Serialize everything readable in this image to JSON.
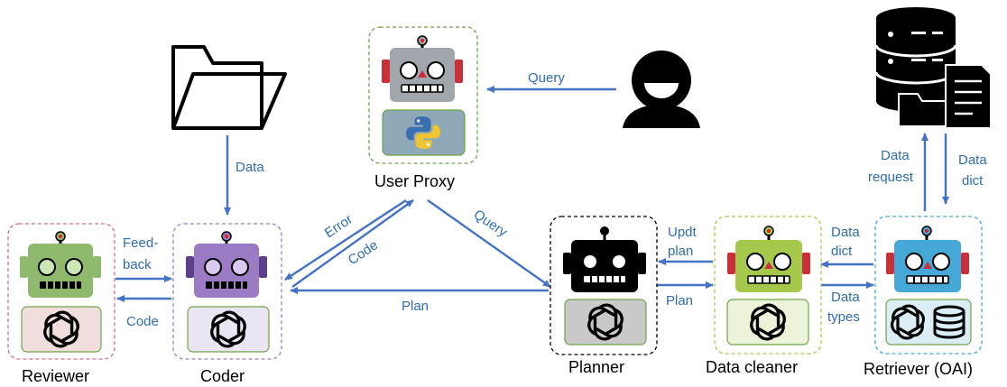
{
  "agents": {
    "reviewer": "Reviewer",
    "coder": "Coder",
    "user_proxy": "User Proxy",
    "planner": "Planner",
    "data_cleaner": "Data cleaner",
    "retriever": "Retriever (OAI)"
  },
  "edges": {
    "data": "Data",
    "feedback_1": "Feed-",
    "feedback_2": "back",
    "code_to_reviewer": "Code",
    "error": "Error",
    "code_to_proxy": "Code",
    "query_from_user": "Query",
    "query_to_planner": "Query",
    "plan_to_coder": "Plan",
    "updt_plan_1": "Updt",
    "updt_plan_2": "plan",
    "plan_to_cleaner": "Plan",
    "data_dict_1": "Data",
    "data_dict_2": "dict",
    "data_types_1": "Data",
    "data_types_2": "types",
    "data_request_1": "Data",
    "data_request_2": "request",
    "db_dict_1": "Data",
    "db_dict_2": "dict"
  },
  "icons": {
    "openai": "openai-icon",
    "python": "python-icon",
    "database": "database-icon",
    "folder": "folder-icon",
    "user": "user-icon"
  },
  "colors": {
    "arrow": "#4472c4",
    "label": "#2e6db4",
    "reviewer_robot": "#8fba6e",
    "coder_robot": "#9b7cc4",
    "proxy_robot": "#a0a6ab",
    "planner_robot": "#000000",
    "cleaner_robot": "#a6c84a",
    "retriever_robot": "#45a8d6"
  }
}
